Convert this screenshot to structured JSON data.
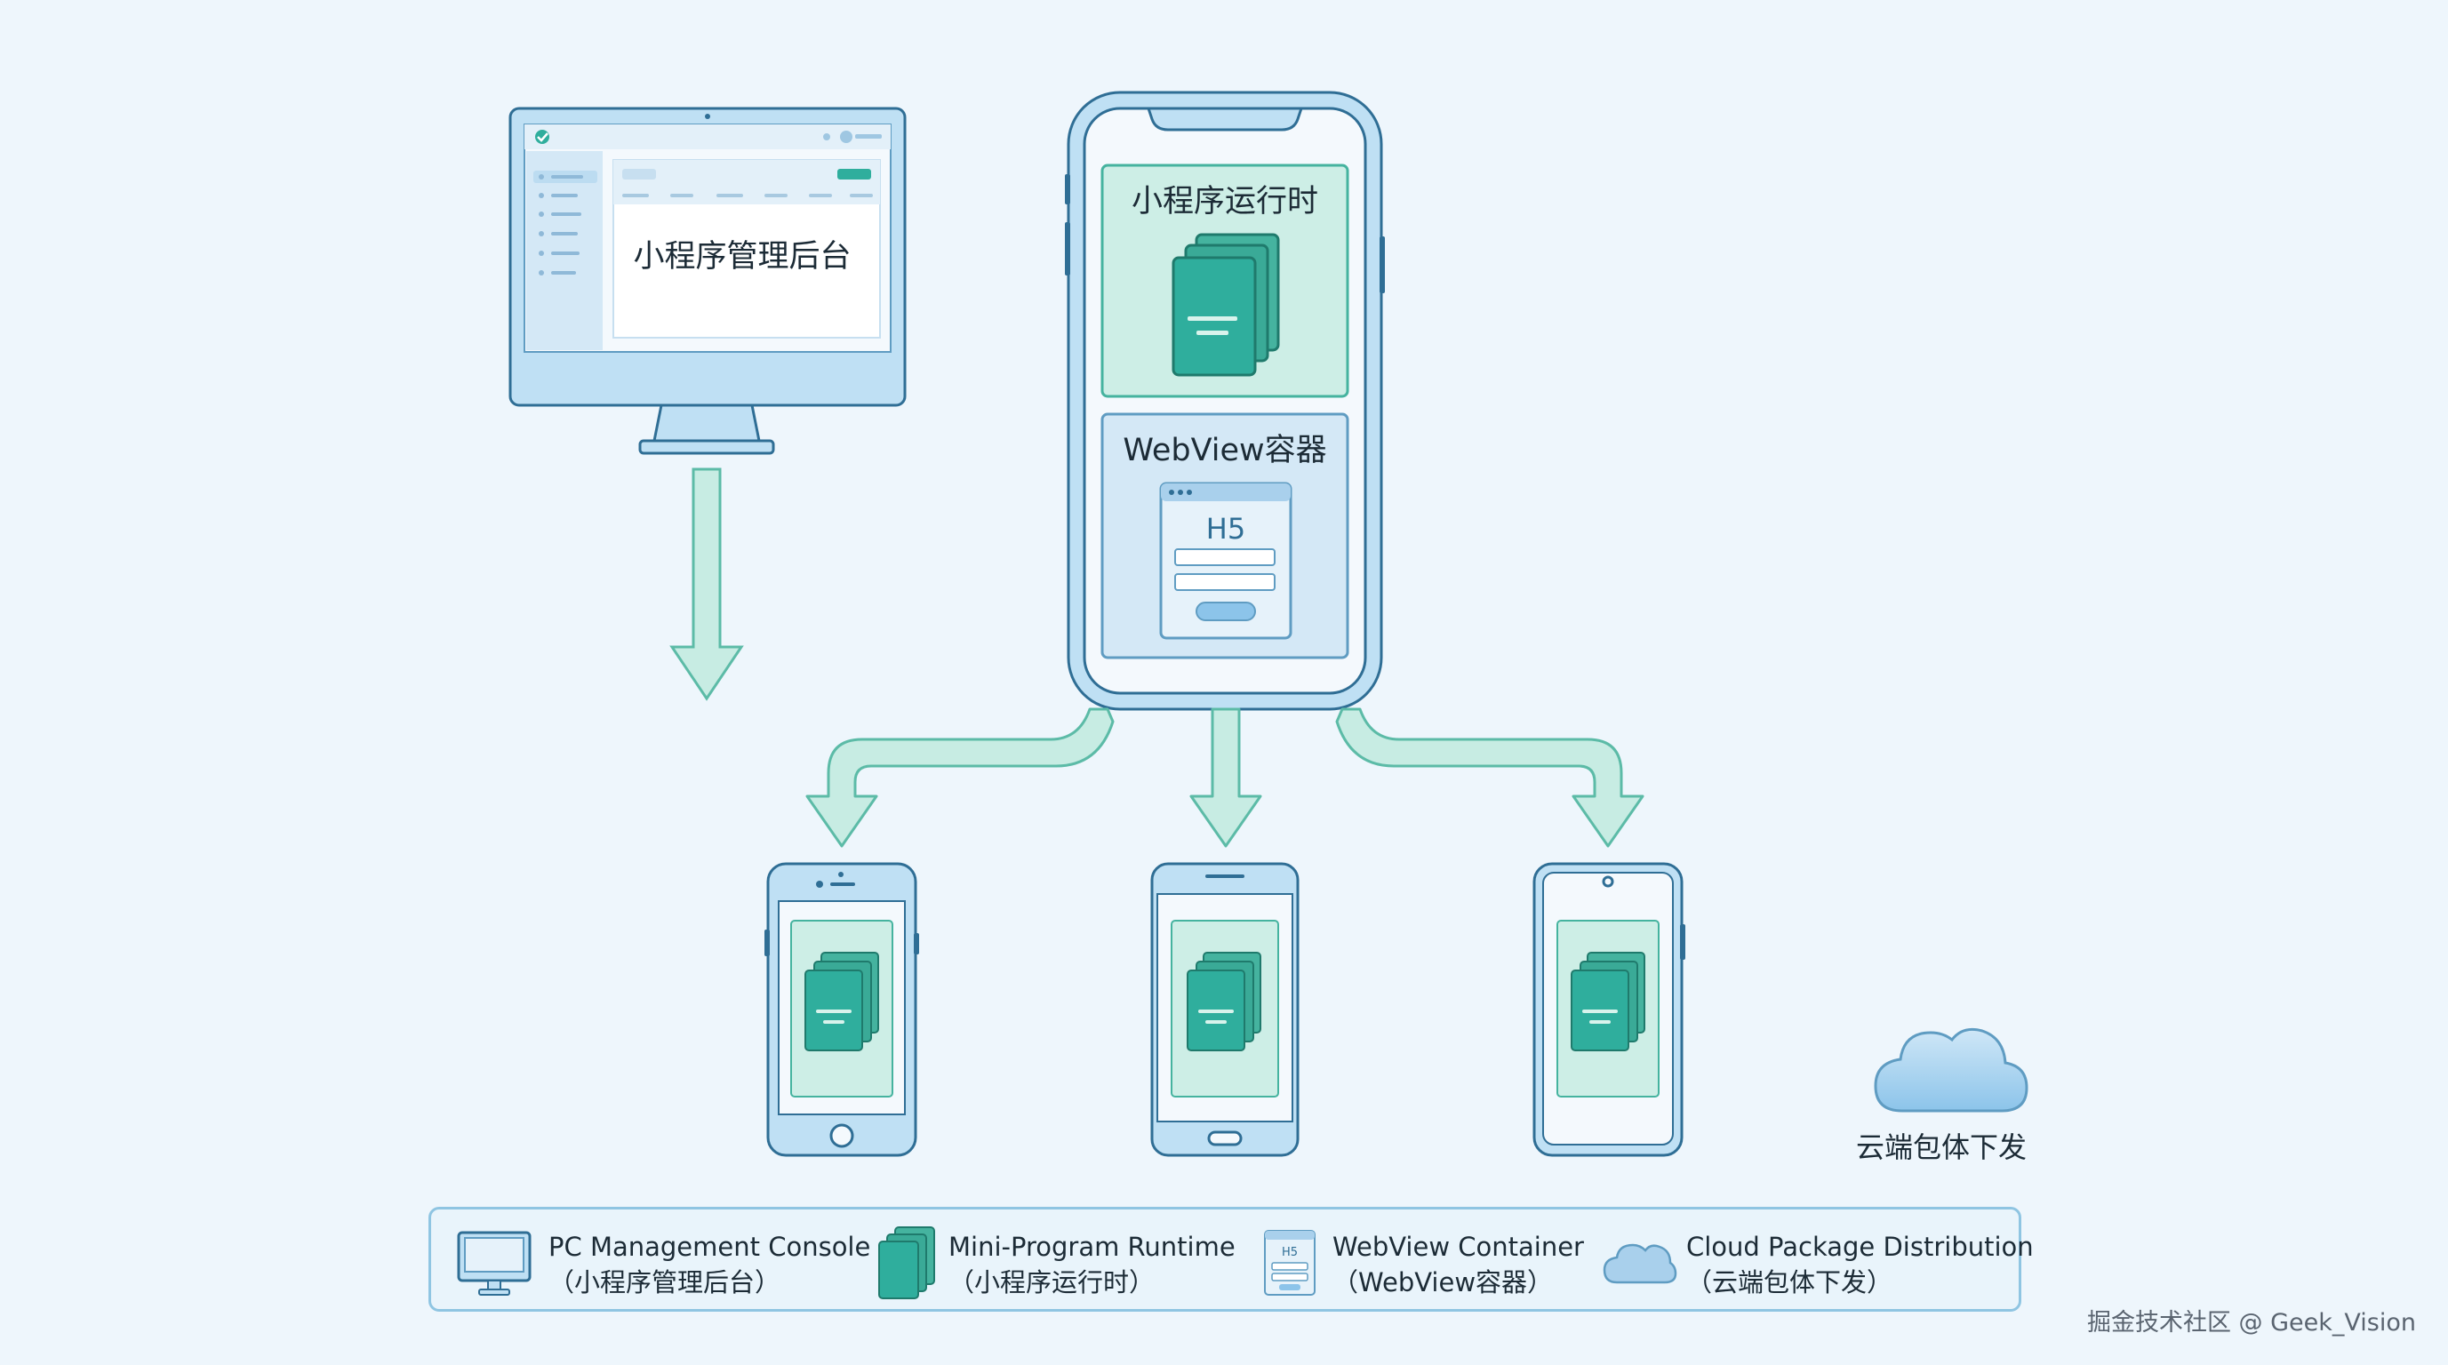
{
  "diagram": {
    "pc_console_label": "小程序管理后台",
    "runtime_label": "小程序运行时",
    "webview_label": "WebView容器",
    "h5_label": "H5",
    "cloud_label": "云端包体下发"
  },
  "legend": {
    "items": [
      {
        "en": "PC Management Console",
        "zh": "（小程序管理后台）",
        "icon": "monitor-icon"
      },
      {
        "en": "Mini-Program Runtime",
        "zh": "（小程序运行时）",
        "icon": "stacked-cards-icon"
      },
      {
        "en": "WebView Container",
        "zh": "（WebView容器）",
        "icon": "h5-page-icon"
      },
      {
        "en": "Cloud Package Distribution",
        "zh": "（云端包体下发）",
        "icon": "cloud-icon"
      }
    ]
  },
  "watermark": "掘金技术社区 @ Geek_Vision",
  "colors": {
    "background": "#eef6fc",
    "blue_stroke": "#2f6e95",
    "light_blue": "#bfe0f4",
    "teal": "#2fae9d",
    "teal_light": "#cdeee6",
    "arrow_fill": "#c7ece3",
    "arrow_stroke": "#5cbba7"
  }
}
